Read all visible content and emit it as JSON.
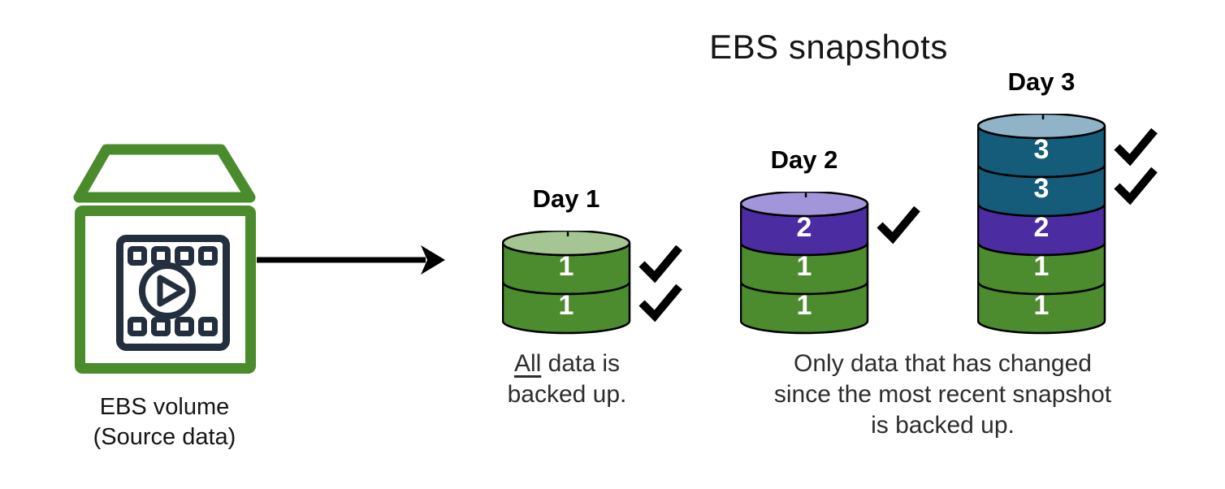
{
  "colors": {
    "background": "#ffffff",
    "outline": "#000000",
    "arrow": "#000000",
    "checkmark": "#000000",
    "volume_green": "#4a8b2c",
    "icon_navy": "#232f3e",
    "text_dark": "#161616",
    "caption_gray": "#2d2d2d",
    "segment_text": "#ffffff",
    "green": "#4c8b2e",
    "green_top": "#a5c592",
    "purple": "#4b2da1",
    "purple_top": "#a295d9",
    "teal": "#155b7a",
    "teal_top": "#90b3c7"
  },
  "source": {
    "icon": "film-play-icon",
    "label_line1": "EBS volume",
    "label_line2": "(Source data)"
  },
  "arrow": {
    "icon": "right-arrow-icon"
  },
  "diagram": {
    "title": "EBS snapshots",
    "stacks": [
      {
        "label": "Day 1",
        "top_color": "green_top",
        "segments": [
          {
            "value": "1",
            "color": "green",
            "checked": true
          },
          {
            "value": "1",
            "color": "green",
            "checked": true
          }
        ]
      },
      {
        "label": "Day 2",
        "top_color": "purple_top",
        "segments": [
          {
            "value": "2",
            "color": "purple",
            "checked": true
          },
          {
            "value": "1",
            "color": "green",
            "checked": false
          },
          {
            "value": "1",
            "color": "green",
            "checked": false
          }
        ]
      },
      {
        "label": "Day 3",
        "top_color": "teal_top",
        "segments": [
          {
            "value": "3",
            "color": "teal",
            "checked": true
          },
          {
            "value": "3",
            "color": "teal",
            "checked": true
          },
          {
            "value": "2",
            "color": "purple",
            "checked": false
          },
          {
            "value": "1",
            "color": "green",
            "checked": false
          },
          {
            "value": "1",
            "color": "green",
            "checked": false
          }
        ]
      }
    ],
    "captions": {
      "day1": {
        "underline_word": "All",
        "line1_rest": " data is",
        "line2": "backed up."
      },
      "incremental": {
        "line1": "Only data that has changed",
        "line2": "since the most recent snapshot",
        "line3": "is backed up."
      }
    }
  }
}
